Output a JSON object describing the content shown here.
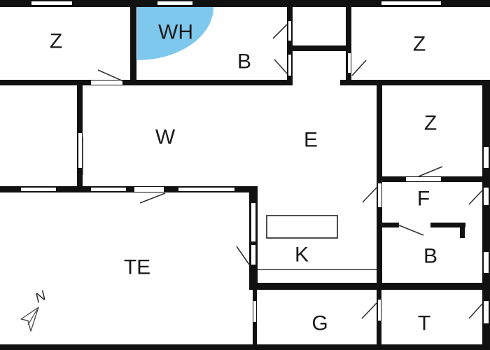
{
  "plan": {
    "colors": {
      "wall": "#111111",
      "background": "#ffffff",
      "hot_tub": "#7ec8ee",
      "window": "#ffffff",
      "door_line": "#333333"
    },
    "rooms": [
      {
        "id": "bedroom-nw",
        "label": "Z"
      },
      {
        "id": "hot-tub",
        "label": "WH"
      },
      {
        "id": "bathroom-north",
        "label": "B"
      },
      {
        "id": "bedroom-ne",
        "label": "Z"
      },
      {
        "id": "living-room",
        "label": "W"
      },
      {
        "id": "hall",
        "label": "E"
      },
      {
        "id": "bedroom-east",
        "label": "Z"
      },
      {
        "id": "utility",
        "label": "F"
      },
      {
        "id": "bathroom-east",
        "label": "B"
      },
      {
        "id": "kitchen",
        "label": "K"
      },
      {
        "id": "terrace",
        "label": "TE"
      },
      {
        "id": "garage",
        "label": "G"
      },
      {
        "id": "tech-room",
        "label": "T"
      }
    ],
    "compass": {
      "label": "N",
      "icon": "north-arrow-icon"
    }
  }
}
